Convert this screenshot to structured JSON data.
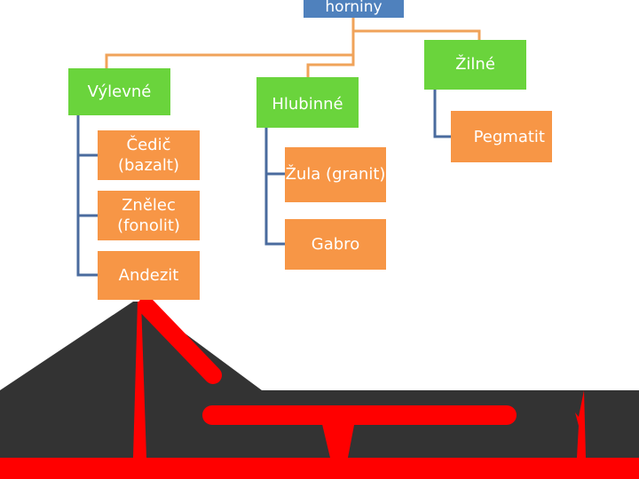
{
  "diagram": {
    "root": {
      "label": "horniny"
    },
    "categories": [
      {
        "label": "Výlevné",
        "items": [
          "Čedič (bazalt)",
          "Znělec (fonolit)",
          "Andezit"
        ]
      },
      {
        "label": "Hlubinné",
        "items": [
          "Žula (granit)",
          "Gabro"
        ]
      },
      {
        "label": "Žilné",
        "items": [
          "Pegmatit"
        ]
      }
    ],
    "colors": {
      "root": "#4f81bd",
      "category": "#6ad43c",
      "leaf": "#f79646",
      "connector_top": "#f0a35a",
      "connector_leaf": "#4a6b9e",
      "rock": "#333333",
      "magma": "#ff0000"
    }
  }
}
